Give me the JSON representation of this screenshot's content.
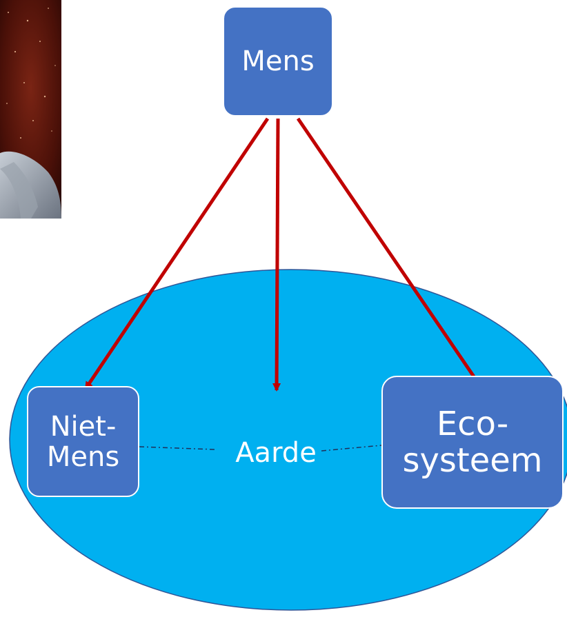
{
  "diagram": {
    "top_node": {
      "label": "Mens"
    },
    "center_label": "Aarde",
    "left_node": {
      "line1": "Niet-",
      "line2": "Mens"
    },
    "right_node": {
      "line1": "Eco-",
      "line2": "systeem"
    },
    "colors": {
      "node_fill": "#4472c4",
      "node_border": "#ffffff",
      "earth_fill": "#00b0f0",
      "earth_outline": "#2f5597",
      "arrow": "#c00000",
      "connector": "#1f2f5a"
    },
    "arrows": [
      {
        "from": "Mens",
        "to": "Niet-Mens"
      },
      {
        "from": "Mens",
        "to": "Aarde"
      },
      {
        "from": "Mens",
        "to": "Eco-systeem"
      }
    ],
    "connectors": [
      {
        "from": "Niet-Mens",
        "to": "Aarde",
        "style": "dash-dot"
      },
      {
        "from": "Aarde",
        "to": "Eco-systeem",
        "style": "dash-dot"
      }
    ]
  }
}
